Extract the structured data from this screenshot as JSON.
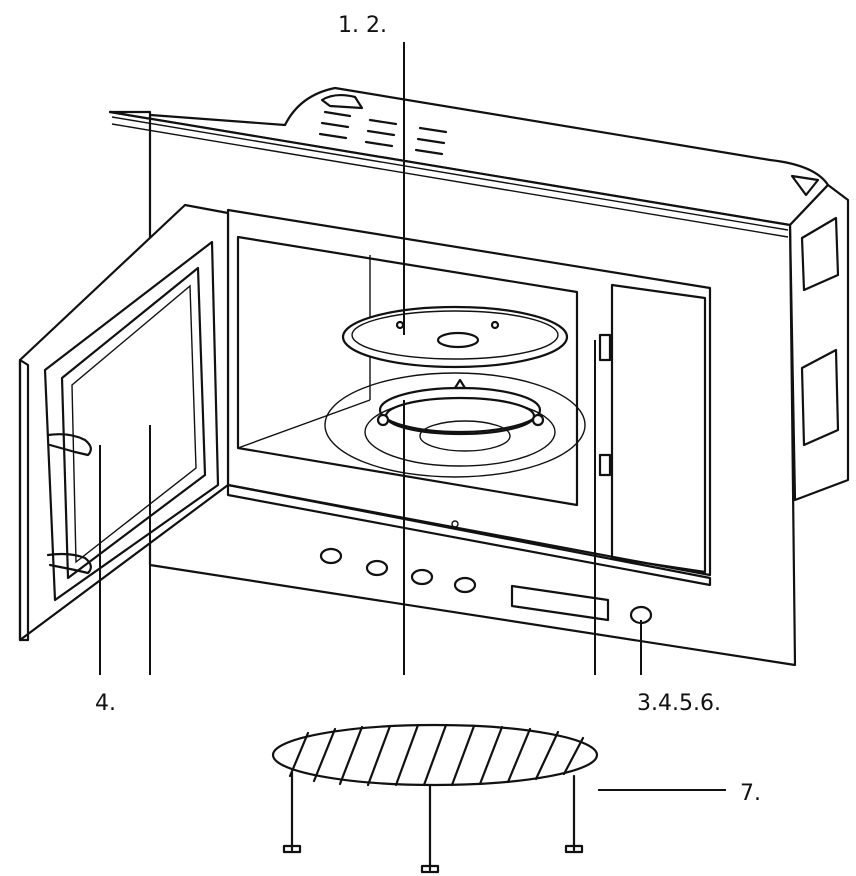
{
  "labels": {
    "top": "1. 2.",
    "bottom_left": "4.",
    "bottom_right": "3.4.5.6.",
    "rack": "7."
  }
}
